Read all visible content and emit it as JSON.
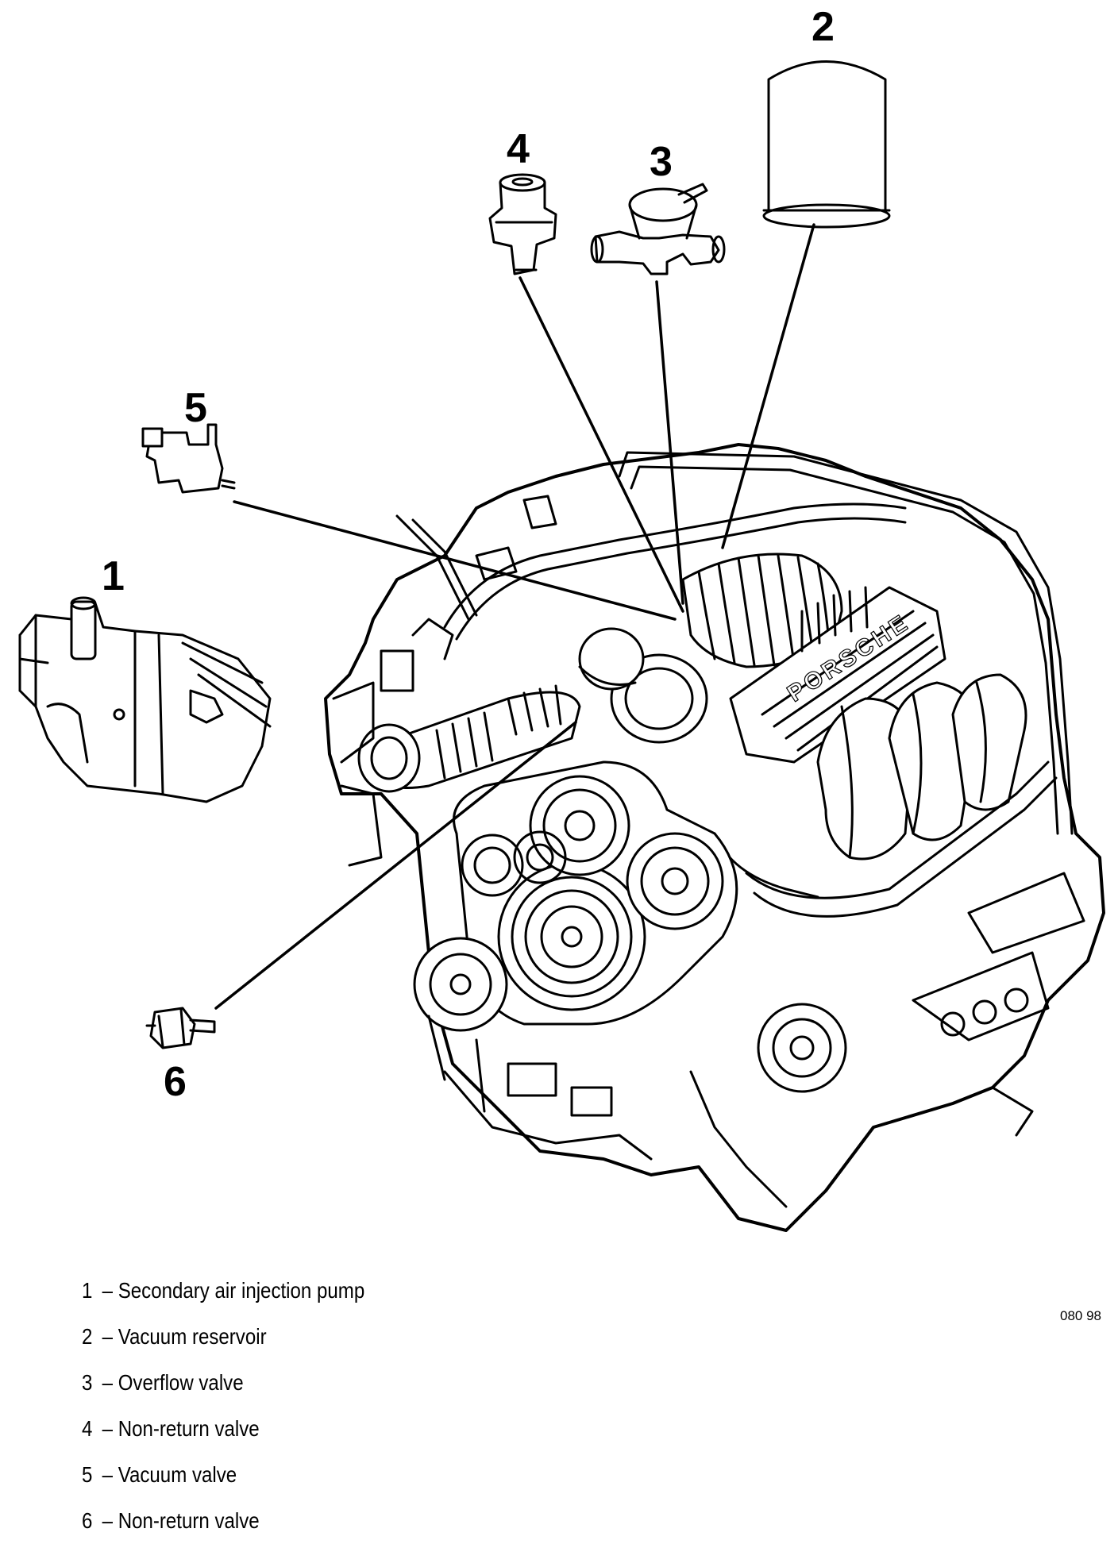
{
  "callouts": [
    "1",
    "2",
    "3",
    "4",
    "5",
    "6"
  ],
  "legend": [
    {
      "num": "1",
      "sep": "–",
      "label": "Secondary air injection pump"
    },
    {
      "num": "2",
      "sep": "–",
      "label": "Vacuum reservoir"
    },
    {
      "num": "3",
      "sep": "–",
      "label": "Overflow valve"
    },
    {
      "num": "4",
      "sep": "–",
      "label": "Non-return valve"
    },
    {
      "num": "5",
      "sep": "–",
      "label": "Vacuum valve"
    },
    {
      "num": "6",
      "sep": "–",
      "label": "Non-return valve"
    }
  ],
  "figure_code": "080 98",
  "brand_on_manifold": "PORSCHE"
}
